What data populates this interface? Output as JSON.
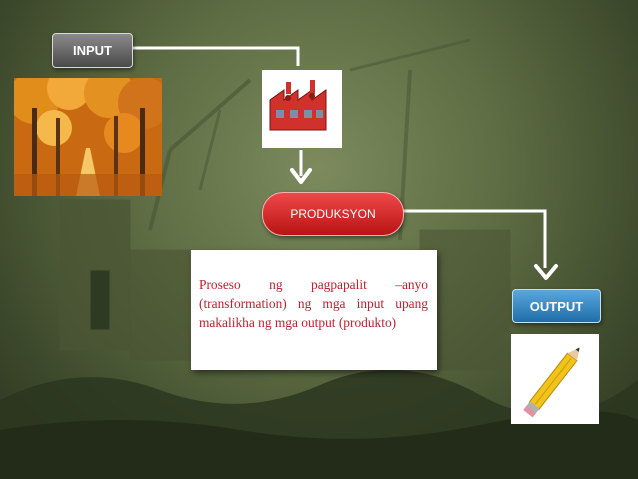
{
  "nodes": {
    "input_label": "INPUT",
    "process_label": "PRODUKSYON",
    "output_label": "OUTPUT"
  },
  "description": "Proseso ng pagpapalit –anyo (transformation) ng mga input upang makalikha ng mga output (produkto)",
  "images": {
    "input_image": "autumn-forest-path",
    "process_image": "factory-icon",
    "output_image": "pencil"
  },
  "colors": {
    "input_box": "#6b6b6b",
    "process_box": "#d92a2a",
    "output_box": "#3b8fcf",
    "description_text": "#c0202f",
    "connector": "#ffffff"
  }
}
